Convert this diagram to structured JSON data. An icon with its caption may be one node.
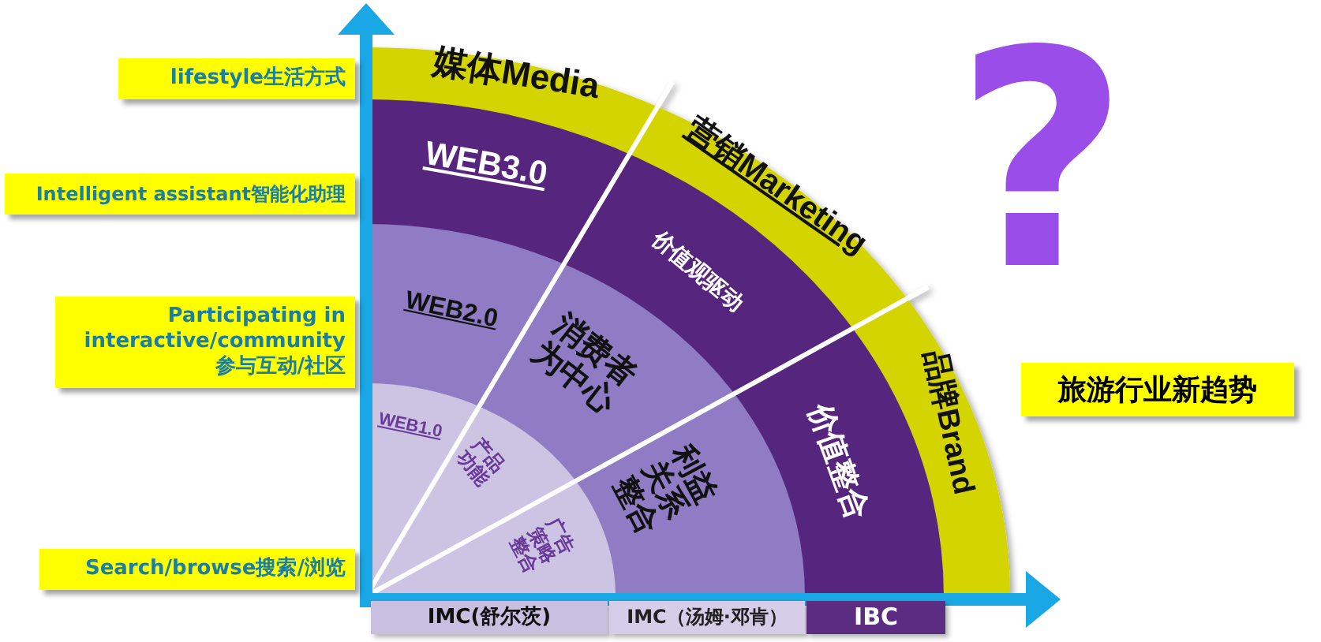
{
  "diagram": {
    "labels": [
      "lifestyle生活方式",
      "媒体Media",
      "Intelligent assistant智能化助理",
      "WEB3.0",
      "营销Marketing",
      "?",
      "价值观驱动",
      "Participating in interactive/community 参与互动/社区",
      "WEB2.0",
      "消费者为中心",
      "品牌Brand",
      "旅游行业新趋势",
      "价值整合",
      "WEB1.0",
      "产品功能",
      "利益关系整合",
      "广告策略整合",
      "Search/browse搜索/浏览",
      "IMC(舒尔茨)",
      "IMC（汤姆·邓肯）",
      "IBC"
    ]
  }
}
